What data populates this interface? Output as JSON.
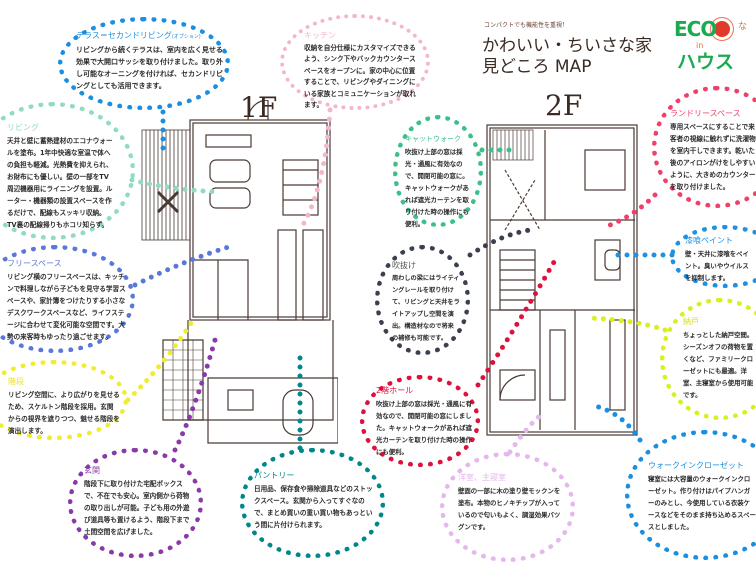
{
  "header": {
    "tagline": "コンパクトでも機能性を重視！",
    "title_line1": "かわいい・ちいさな家",
    "title_line2": "見どころ MAP"
  },
  "logo": {
    "eco": "ECO",
    "na": "な",
    "in": "in",
    "house": "ハウス"
  },
  "floors": {
    "first": "1F",
    "second": "2F"
  },
  "callouts": {
    "terrace": {
      "title": "テラス＝セカンドリビング",
      "option": "(オプション)",
      "body": "リビングから続くテラスは、室内を広く見せる効果で大開口サッシを取り付けました。取り外し可能なオーニングを付ければ、セカンドリビングとしても活用できます。",
      "color": "#1a8ee0"
    },
    "kitchen": {
      "title": "キッチン",
      "body": "収納を自分仕様にカスタマイズできるよう、シンク下やバックカウンタースペースをオープンに。家の中心に位置することで、リビングやダイニングにいる家族とコミュニケーションが取れます。",
      "color": "#f4b6cc"
    },
    "living": {
      "title": "リビング",
      "body": "天井と壁に蓄熱建材のエコナウォールを塗布。1年中快適な室温で体への負担も軽減。光熱費を抑えられ、お財布にも優しい。壁の一部をTV周辺機器用にライニングを設置。ルーター・機器類の設置スペースを作るだけで、配線もスッキリ収納。TV裏の配線掃りもホコリ知らず。",
      "color": "#8fdcc0"
    },
    "free_space": {
      "title": "フリースペース",
      "body": "リビング横のフリースペースは、キッチンで料理しながら子どもを見守る学習スペースや、家計簿をつけたりする小さなデスクワークスペースなど、ライフステージに合わせて変化可能な空間です。大勢の来客時もゆったり過ごせます。",
      "color": "#5b78d8"
    },
    "stairs": {
      "title": "階段",
      "body": "リビング空間に、より広がりを見せるため、スケルトン階段を採用。玄関からの視界を遮りつつ、魅せる階段を演出します。",
      "color": "#f0ec30"
    },
    "entrance": {
      "title": "玄関",
      "body": "階段下に取り付けた宅配ボックスで、不在でも安心。室内側から荷物の取り出しが可能。子ども用の外遊び道具等も置けるよう、階段下まで土間空間を広げました。",
      "color": "#8a3aa8"
    },
    "pantry": {
      "title": "パントリー",
      "body": "日用品、保存食や掃除道具などのストックスペース。玄関から入ってすぐなので、まとめ買いの重い買い物もあっという間に片付けられます。",
      "color": "#00878a"
    },
    "catwalk": {
      "title": "キャットウォーク",
      "body": "吹抜け上部の窓は採光・通風に有効なので、開閉可能の窓に。キャットウォークがあれば遮光カーテンを取り付けた時の操作にも便利。",
      "color": "#3cc08a"
    },
    "atrium": {
      "title": "吹抜け",
      "body": "周わしの梁にはライティングレールを取り付けて、リビングと天井をライトアップし空間を演出。構造材なので将来の補修も可能です。",
      "color": "#3a4050"
    },
    "hall": {
      "title": "2階ホール",
      "body": "吹抜け上部の窓は採光・通風に有効なので、開閉可能の窓にしました。キャットウォークがあれば遮光カーテンを取り付けた時の操作にも便利。",
      "color": "#e0103c"
    },
    "bedroom": {
      "title": "洋室、主寝室",
      "body": "壁面の一部に木の塗り壁モックンを塗布。本物のヒノキチップが入っているので匂いもよく、調湿効果バツグンです。",
      "color": "#e6b6ee"
    },
    "laundry": {
      "title": "ランドリースペース",
      "body": "専用スペースにすることで来客者の視線に触れずに洗濯物を室内干しできます。乾いた後のアイロンがけをしやすいように、大きめのカウンターを取り付けました。",
      "color": "#f0406a"
    },
    "plaster": {
      "title": "漆喰ペイント",
      "body": "壁・天井に漆喰をペイント。臭いやウイルスを抑制します。",
      "color": "#2090e0"
    },
    "storage": {
      "title": "納戸",
      "body": "ちょっとした納戸空間。シーズンオフの荷物を置くなど、ファミリークローゼットにも最適。洋室、主寝室から使用可能です。",
      "color": "#d8f020"
    },
    "walkin": {
      "title": "ウォークインクローゼット",
      "body": "寝室には大容量のウォークインクローゼット。作り付けはパイプハンガーのみとし、今使用している衣装ケースなどをそのまま持ち込めるスペースとしました。",
      "color": "#1a8ee0"
    }
  }
}
